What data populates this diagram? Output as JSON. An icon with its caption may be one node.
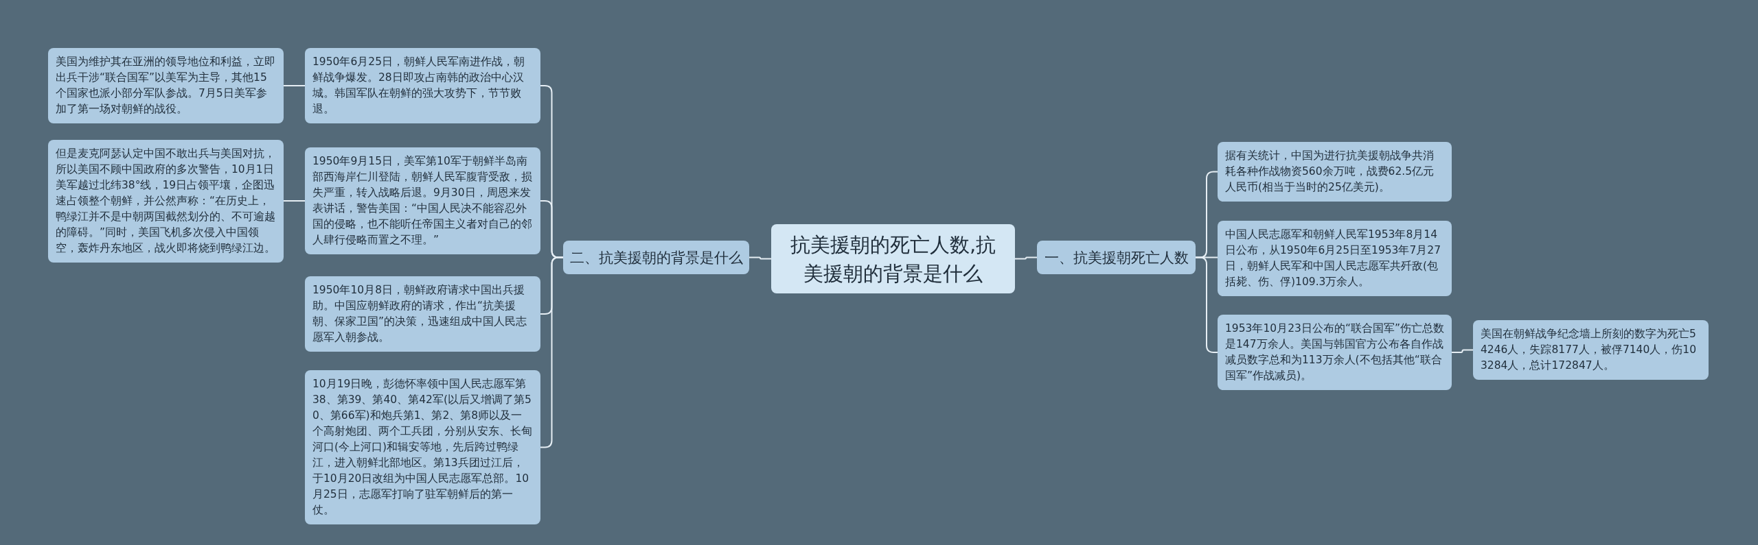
{
  "diagram": {
    "nodes": [
      {
        "text": [
          "抗美援朝的死亡人数,抗美援朝的背景是什么"
        ]
      },
      {
        "text": [
          "一、抗美援朝死亡人数"
        ]
      },
      {
        "text": [
          "据有关统计，中国为进行抗美援朝战争共消耗各种作战物资560余万吨，战费62.5亿元人民币(相当于当时的25亿美元)。"
        ]
      },
      {
        "text": [
          "中国人民志愿军和朝鲜人民军1953年8月14日公布，从1950年6月25日至1953年7月27日，朝鲜人民军和中国人民志愿军共歼敌(包括毙、伤、俘)109.3万余人。"
        ]
      },
      {
        "text": [
          "1953年10月23日公布的“联合国军”伤亡总数是147万余人。美国与韩国官方公布各自作战减员数字总和为113万余人(不包括其他“联合国军”作战减员)。"
        ]
      },
      {
        "text": [
          "美国在朝鲜战争纪念墙上所刻的数字为死亡54246人，失踪8177人，被俘7140人，伤103284人，总计172847人。"
        ]
      },
      {
        "text": [
          "二、抗美援朝的背景是什么"
        ]
      },
      {
        "text": [
          "1950年6月25日，朝鲜人民军南进作战，朝鲜战争爆发。28日即攻占南韩的政治中心汉城。韩国军队在朝鲜的强大攻势下，节节败退。"
        ]
      },
      {
        "text": [
          "1950年9月15日，美军第10军于朝鲜半岛南部西海岸仁川登陆，朝鲜人民军腹背受敌，损失严重，转入战略后退。9月30日，周恩来发表讲话，警告美国：“中国人民决不能容忍外国的侵略，也不能听任帝国主义者对自己的邻人肆行侵略而置之不理。”"
        ]
      },
      {
        "text": [
          "1950年10月8日，朝鲜政府请求中国出兵援助。中国应朝鲜政府的请求，作出“抗美援朝、保家卫国”的决策，迅速组成中国人民志愿军入朝参战。"
        ]
      },
      {
        "text": [
          "10月19日晚，彭德怀率领中国人民志愿军第38、第39、第40、第42军(以后又增调了第50、第66军)和炮兵第1、第2、第8师以及一个高射炮团、两个工兵团，分别从安东、长甸河口(今上河口)和辑安等地，先后跨过鸭绿江，进入朝鲜北部地区。第13兵团过江后，于10月20日改组为中国人民志愿军总部。10月25日，志愿军打响了驻军朝鲜后的第一仗。"
        ]
      },
      {
        "text": [
          "美国为维护其在亚洲的领导地位和利益，立即出兵干涉“联合国军”以美军为主导，其他15个国家也派小部分军队参战。7月5日美军参加了第一场对朝鲜的战役。"
        ]
      },
      {
        "text": [
          "但是麦克阿瑟认定中国不敢出兵与美国对抗，所以美国不顾中国政府的多次警告，10月1日美军越过北纬38°线，19日占领平壤，企图迅速占领整个朝鲜，并公然声称：“在历史上，鸭绿江并不是中朝两国截然划分的、不可逾越的障碍。”同时，美国飞机多次侵入中国领空，轰炸丹东地区，战火即将烧到鸭绿江边。"
        ]
      }
    ],
    "edges": [
      {
        "from": 0,
        "to": 1,
        "arrow": "none"
      },
      {
        "from": 1,
        "to": 2,
        "arrow": "none"
      },
      {
        "from": 1,
        "to": 3,
        "arrow": "none"
      },
      {
        "from": 1,
        "to": 4,
        "arrow": "none"
      },
      {
        "from": 4,
        "to": 5,
        "arrow": "none"
      },
      {
        "from": 0,
        "to": 6,
        "arrow": "none"
      },
      {
        "from": 6,
        "to": 7,
        "arrow": "none"
      },
      {
        "from": 6,
        "to": 8,
        "arrow": "none"
      },
      {
        "from": 6,
        "to": 9,
        "arrow": "none"
      },
      {
        "from": 6,
        "to": 10,
        "arrow": "none"
      },
      {
        "from": 7,
        "to": 11,
        "arrow": "none"
      },
      {
        "from": 8,
        "to": 12,
        "arrow": "none"
      }
    ]
  }
}
